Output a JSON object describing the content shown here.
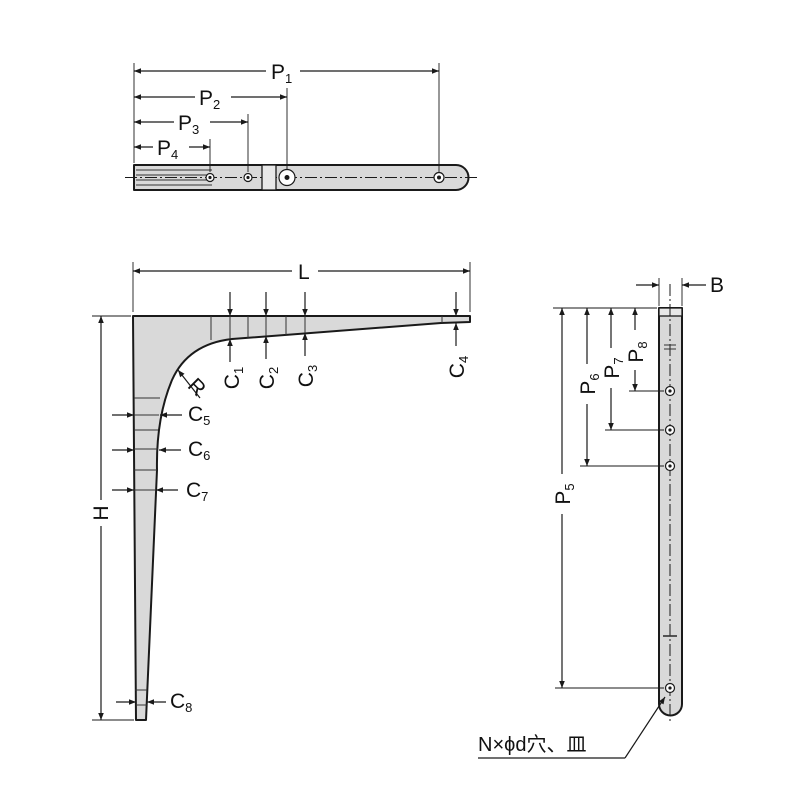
{
  "top_view": {
    "labels": {
      "p1": "P",
      "p1_sub": "1",
      "p2": "P",
      "p2_sub": "2",
      "p3": "P",
      "p3_sub": "3",
      "p4": "P",
      "p4_sub": "4"
    }
  },
  "front_view": {
    "labels": {
      "l": "L",
      "h": "H",
      "r": "R",
      "c1": "C",
      "c1_sub": "1",
      "c2": "C",
      "c2_sub": "2",
      "c3": "C",
      "c3_sub": "3",
      "c4": "C",
      "c4_sub": "4",
      "c5": "C",
      "c5_sub": "5",
      "c6": "C",
      "c6_sub": "6",
      "c7": "C",
      "c7_sub": "7",
      "c8": "C",
      "c8_sub": "8"
    }
  },
  "side_view": {
    "labels": {
      "b": "B",
      "p5": "P",
      "p5_sub": "5",
      "p6": "P",
      "p6_sub": "6",
      "p7": "P",
      "p7_sub": "7",
      "p8": "P",
      "p8_sub": "8",
      "hole_note": "N×ϕd穴、皿"
    }
  }
}
